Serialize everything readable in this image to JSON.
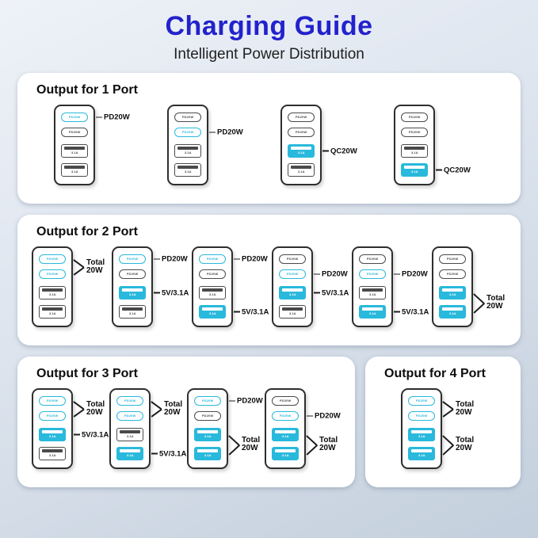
{
  "page": {
    "title": "Charging Guide",
    "subtitle": "Intelligent Power Distribution"
  },
  "colors": {
    "title_blue": "#2222cc",
    "accent_cyan": "#29b9dc",
    "panel_white": "#ffffff",
    "background_top": "#eef2f8",
    "background_bottom": "#c3cfdc",
    "outline_dark": "#2e2e2e"
  },
  "port_labels": {
    "usbc": "PD20W",
    "usba": "3.1A"
  },
  "sections": [
    {
      "heading": "Output for 1 Port",
      "chargers": [
        {
          "active": [
            0
          ],
          "callouts": [
            {
              "port": 0,
              "text": "PD20W"
            }
          ]
        },
        {
          "active": [
            1
          ],
          "callouts": [
            {
              "port": 1,
              "text": "PD20W"
            }
          ]
        },
        {
          "active": [
            2
          ],
          "callouts": [
            {
              "port": 2,
              "text": "QC20W"
            }
          ]
        },
        {
          "active": [
            3
          ],
          "callouts": [
            {
              "port": 3,
              "text": "QC20W"
            }
          ]
        }
      ]
    },
    {
      "heading": "Output for 2 Port",
      "chargers": [
        {
          "active": [
            0,
            1
          ],
          "callouts": [
            {
              "ports": [
                0,
                1
              ],
              "text": "Total 20W"
            }
          ]
        },
        {
          "active": [
            0,
            2
          ],
          "callouts": [
            {
              "port": 0,
              "text": "PD20W"
            },
            {
              "port": 2,
              "text": "5V/3.1A"
            }
          ]
        },
        {
          "active": [
            0,
            3
          ],
          "callouts": [
            {
              "port": 0,
              "text": "PD20W"
            },
            {
              "port": 3,
              "text": "5V/3.1A"
            }
          ]
        },
        {
          "active": [
            1,
            2
          ],
          "callouts": [
            {
              "port": 1,
              "text": "PD20W"
            },
            {
              "port": 2,
              "text": "5V/3.1A"
            }
          ]
        },
        {
          "active": [
            1,
            3
          ],
          "callouts": [
            {
              "port": 1,
              "text": "PD20W"
            },
            {
              "port": 3,
              "text": "5V/3.1A"
            }
          ]
        },
        {
          "active": [
            2,
            3
          ],
          "callouts": [
            {
              "ports": [
                2,
                3
              ],
              "text": "Total 20W"
            }
          ]
        }
      ]
    },
    {
      "heading": "Output for 3 Port",
      "chargers": [
        {
          "active": [
            0,
            1,
            2
          ],
          "callouts": [
            {
              "ports": [
                0,
                1
              ],
              "text": "Total 20W"
            },
            {
              "port": 2,
              "text": "5V/3.1A"
            }
          ]
        },
        {
          "active": [
            0,
            1,
            3
          ],
          "callouts": [
            {
              "ports": [
                0,
                1
              ],
              "text": "Total 20W"
            },
            {
              "port": 3,
              "text": "5V/3.1A"
            }
          ]
        },
        {
          "active": [
            0,
            2,
            3
          ],
          "callouts": [
            {
              "port": 0,
              "text": "PD20W"
            },
            {
              "ports": [
                2,
                3
              ],
              "text": "Total 20W"
            }
          ]
        },
        {
          "active": [
            1,
            2,
            3
          ],
          "callouts": [
            {
              "port": 1,
              "text": "PD20W"
            },
            {
              "ports": [
                2,
                3
              ],
              "text": "Total 20W"
            }
          ]
        }
      ]
    },
    {
      "heading": "Output for 4 Port",
      "chargers": [
        {
          "active": [
            0,
            1,
            2,
            3
          ],
          "callouts": [
            {
              "ports": [
                0,
                1
              ],
              "text": "Total 20W"
            },
            {
              "ports": [
                2,
                3
              ],
              "text": "Total 20W"
            }
          ]
        }
      ]
    }
  ]
}
